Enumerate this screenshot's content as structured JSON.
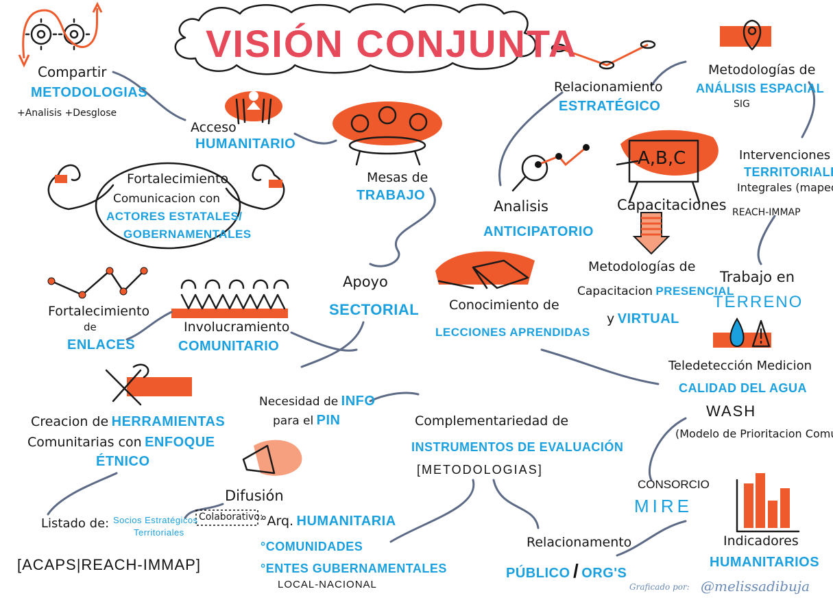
{
  "title": "VISIÓN CONJUNTA",
  "nodes": {
    "compartir": {
      "line1": "Compartir",
      "line2": "METODOLOGIAS",
      "line3": "+Analisis   +Desglose"
    },
    "acceso": {
      "line1": "Acceso",
      "line2": "HUMANITARIO"
    },
    "mesas": {
      "line1": "Mesas de",
      "line2": "TRABAJO"
    },
    "relac_estrategico": {
      "line1": "Relacionamiento",
      "line2": "ESTRATÉGICO"
    },
    "metod_espacial": {
      "line1": "Metodologías de",
      "line2": "ANÁLISIS ESPACIAL",
      "line3": "SIG"
    },
    "fortalecimiento_com": {
      "line1": "Fortalecimiento",
      "line2": "Comunicacion con",
      "line3": "ACTORES ESTATALES/",
      "line4": "GOBERNAMENTALES"
    },
    "board_text": "A,B,C",
    "analisis": {
      "line1": "Analisis",
      "line2": "ANTICIPATORIO"
    },
    "capacitaciones": "Capacitaciones",
    "intervenciones": {
      "line1": "Intervenciones",
      "line2": "TERRITORIALES",
      "line3": "Integrales (mapeo)",
      "line4": "REACH-IMMAP"
    },
    "apoyo": {
      "line1": "Apoyo",
      "line2": "SECTORIAL"
    },
    "metod_capacitacion": {
      "line1": "Metodologías de",
      "line2a": "Capacitacion",
      "line2b": "PRESENCIAL",
      "line3a": "y",
      "line3b": "VIRTUAL"
    },
    "trabajo_terreno": {
      "line1": "Trabajo en",
      "line2": "TERRENO"
    },
    "fortalecimiento_enl": {
      "line1": "Fortalecimiento",
      "line2": "de",
      "line3": "ENLACES"
    },
    "involucramiento": {
      "line1": "Involucramiento",
      "line2": "COMUNITARIO"
    },
    "conocimiento": {
      "line1": "Conocimiento de",
      "line2": "LECCIONES APRENDIDAS"
    },
    "teledeteccion": {
      "line1": "Teledetección Medicion",
      "line2": "CALIDAD del AGUA",
      "line3": "WASH",
      "line4": "(Modelo de Prioritacion Comuni.)"
    },
    "necesidad": {
      "line1a": "Necesidad de",
      "line1b": "INFO",
      "line2a": "para el",
      "line2b": "PIN"
    },
    "herramientas": {
      "line1a": "Creacion de",
      "line1b": "HERRAMIENTAS",
      "line2a": "Comunitarias con",
      "line2b": "ENFOQUE",
      "line3": "ÉTNICO"
    },
    "complementariedad": {
      "line1": "Complementariedad de",
      "line2": "INSTRUMENTOS de EVALUACIÓN",
      "line3": "[METODOLOGIAS]"
    },
    "consorcio": {
      "line1": "CONSORCIO",
      "line2": "MIRE"
    },
    "difusion": {
      "title": "Difusión",
      "colab": "Colaborativo:",
      "item1a": "°Arq.",
      "item1b": "HUMANITARIA",
      "item2": "°COMUNIDADES",
      "item3": "°Entes GUBERNAMENTALES",
      "item4": "LOCAL-NACIONAL"
    },
    "listado": {
      "label": "Listado de:",
      "line1": "Socios Estratégicos",
      "line2": "Territoriales",
      "line3": "[ACAPS|REACH-IMMAP]"
    },
    "relac_publico": {
      "line1": "Relacionamento",
      "line2a": "PÚBLICO",
      "line2b": "/",
      "line2c": "ORG's"
    },
    "indicadores": {
      "line1": "Indicadores",
      "line2": "HUMANITARIOS"
    }
  },
  "credit": {
    "label": "Graficado por:",
    "handle": "@melissadibuja"
  },
  "colors": {
    "title": "#e64a5a",
    "accent_blue": "#1aa0df",
    "accent_orange": "#ee5a2b",
    "connector": "#5c6a85"
  }
}
